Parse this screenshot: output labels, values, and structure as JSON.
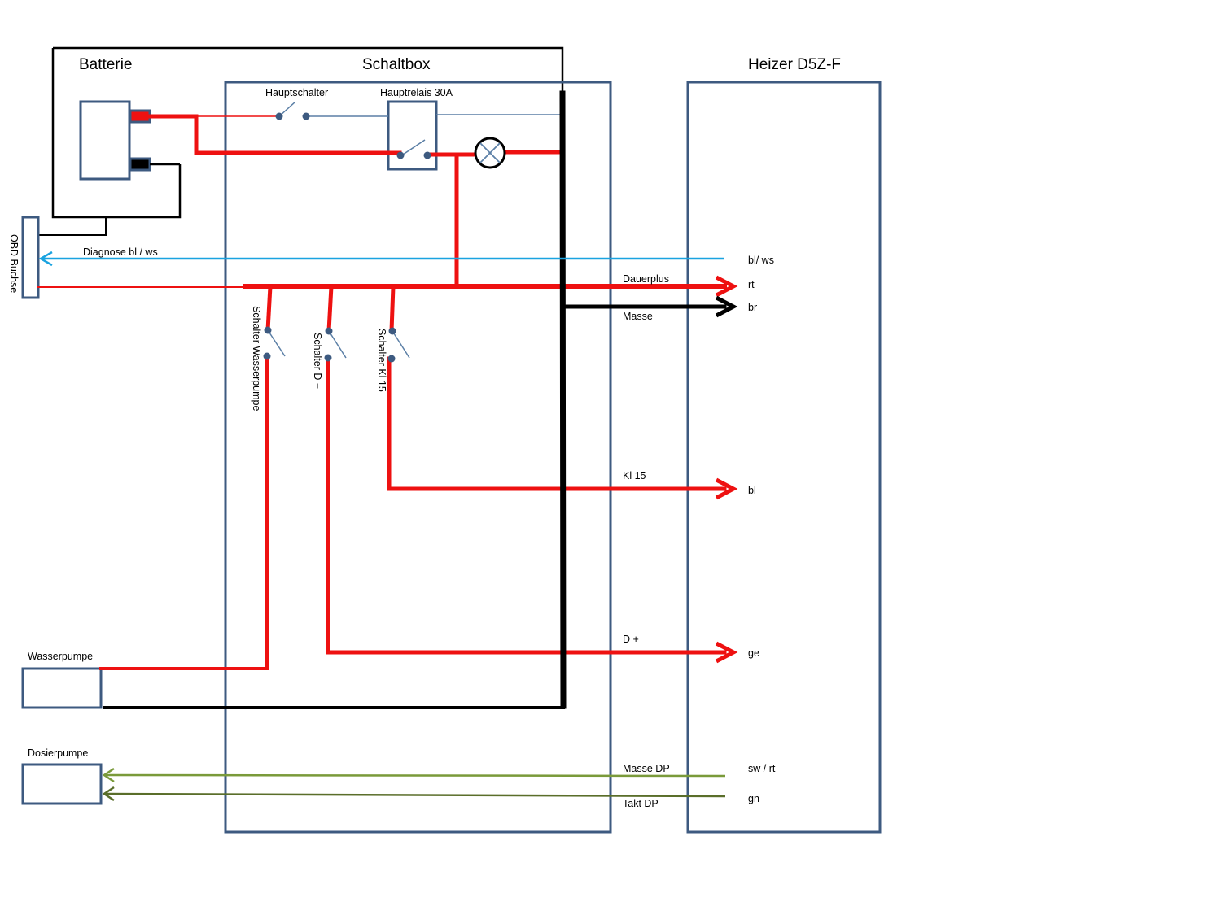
{
  "blocks": {
    "battery": "Batterie",
    "switchbox": "Schaltbox",
    "heater": "Heizer D5Z-F"
  },
  "components": {
    "main_switch": "Hauptschalter",
    "main_relay": "Hauptrelais 30A",
    "obd": "OBD Buchse",
    "switch_pump": "Schalter Wasserpumpe",
    "switch_dplus": "Schalter D +",
    "switch_kl15": "Schalter Kl 15",
    "water_pump": "Wasserpumpe",
    "dosing_pump": "Dosierpumpe"
  },
  "signals": {
    "diagnose": "Diagnose bl / ws",
    "dauerplus": "Dauerplus",
    "masse": "Masse",
    "kl15": "Kl 15",
    "dplus": "D +",
    "masse_dp": "Masse DP",
    "takt_dp": "Takt DP"
  },
  "heater_pins": {
    "blws": "bl/ ws",
    "rt": "rt",
    "br": "br",
    "bl": "bl",
    "ge": "ge",
    "swrt": "sw / rt",
    "gn": "gn"
  },
  "colors": {
    "box_outline": "#3d5a80",
    "power": "#ee1111",
    "ground": "#000000",
    "diagnose": "#1aa3e0",
    "masse_dp": "#7a9a3a",
    "takt_dp": "#5a6e2a",
    "control": "#5b7fa6"
  }
}
